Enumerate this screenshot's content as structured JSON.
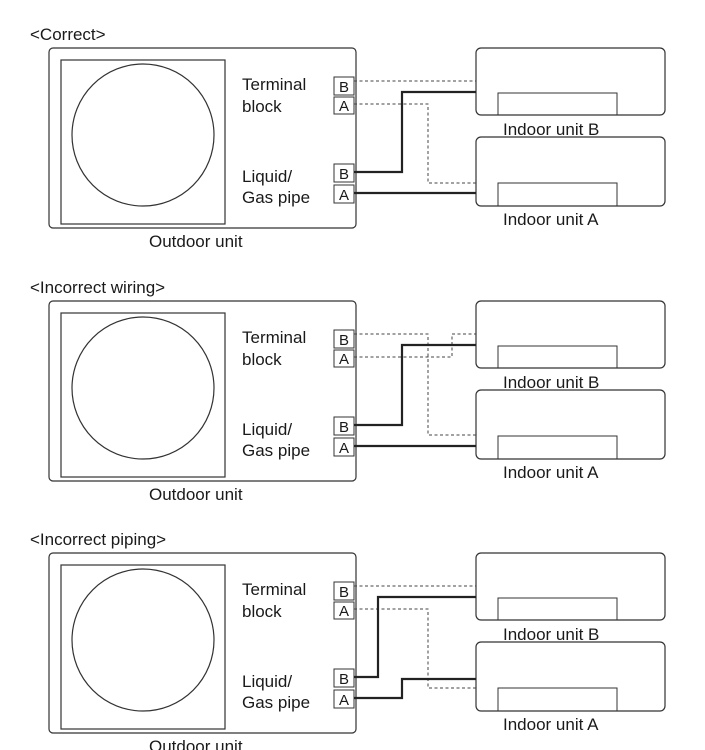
{
  "panels": [
    {
      "id": "correct",
      "title": "<Correct>",
      "terminal_label_1": "Terminal",
      "terminal_label_2": "block",
      "pipe_label_1": "Liquid/",
      "pipe_label_2": "Gas pipe",
      "box_B": "B",
      "box_A": "A",
      "outdoor_label": "Outdoor unit",
      "indoor_b_label": "Indoor unit B",
      "indoor_a_label": "Indoor unit A"
    },
    {
      "id": "incorrect-wiring",
      "title": "<Incorrect wiring>",
      "terminal_label_1": "Terminal",
      "terminal_label_2": "block",
      "pipe_label_1": "Liquid/",
      "pipe_label_2": "Gas pipe",
      "box_B": "B",
      "box_A": "A",
      "outdoor_label": "Outdoor unit",
      "indoor_b_label": "Indoor unit B",
      "indoor_a_label": "Indoor unit A"
    },
    {
      "id": "incorrect-piping",
      "title": "<Incorrect piping>",
      "terminal_label_1": "Terminal",
      "terminal_label_2": "block",
      "pipe_label_1": "Liquid/",
      "pipe_label_2": "Gas pipe",
      "box_B": "B",
      "box_A": "A",
      "outdoor_label": "Outdoor unit",
      "indoor_b_label": "Indoor unit B",
      "indoor_a_label": "Indoor unit A"
    }
  ]
}
